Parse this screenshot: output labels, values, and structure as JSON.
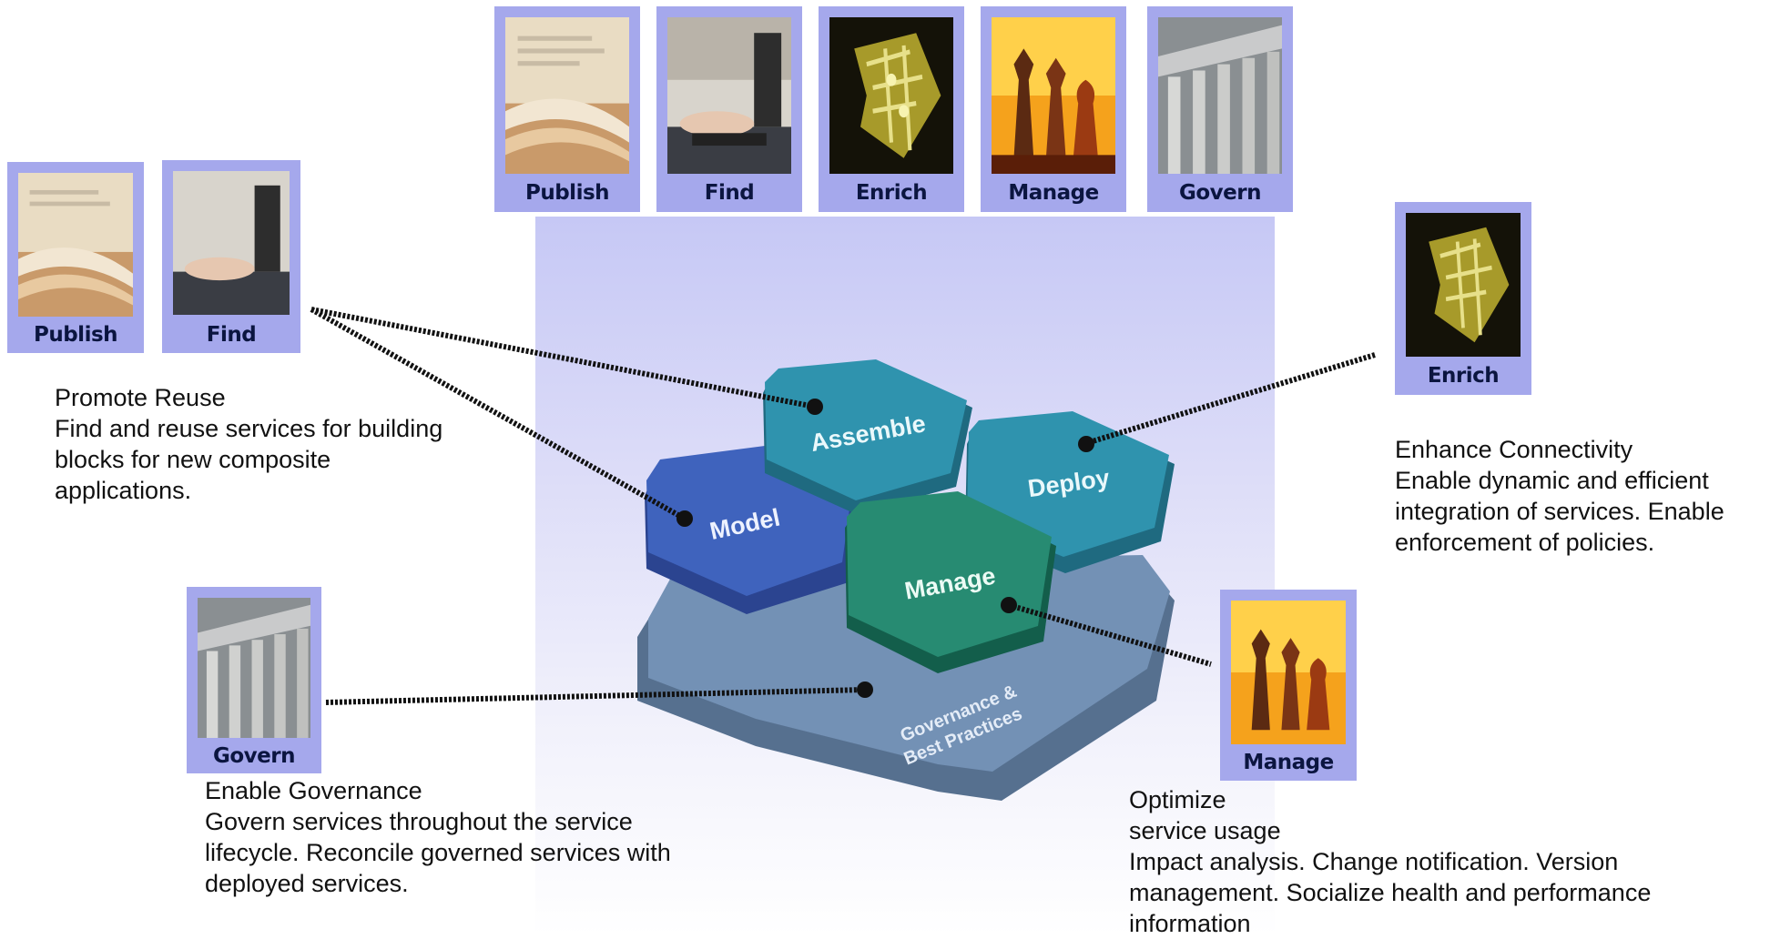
{
  "top_row": [
    {
      "id": "publish",
      "label": "Publish",
      "image": "newspaper"
    },
    {
      "id": "find",
      "label": "Find",
      "image": "laptop-typing"
    },
    {
      "id": "enrich",
      "label": "Enrich",
      "image": "circuit-puzzle"
    },
    {
      "id": "manage",
      "label": "Manage",
      "image": "chess-pieces"
    },
    {
      "id": "govern",
      "label": "Govern",
      "image": "classical-columns"
    }
  ],
  "side_tiles": {
    "publish": {
      "label": "Publish",
      "image": "newspaper"
    },
    "find": {
      "label": "Find",
      "image": "laptop-typing"
    },
    "enrich": {
      "label": "Enrich",
      "image": "circuit-puzzle"
    },
    "govern": {
      "label": "Govern",
      "image": "classical-columns"
    },
    "manage": {
      "label": "Manage",
      "image": "chess-pieces"
    }
  },
  "hexagons": {
    "assemble": "Assemble",
    "deploy": "Deploy",
    "model": "Model",
    "manage": "Manage",
    "governance_line1": "Governance &",
    "governance_line2": "Best Practices"
  },
  "texts": {
    "reuse": [
      "Promote Reuse",
      "Find and reuse services for building",
      "blocks for new composite",
      "applications."
    ],
    "connectivity": [
      "Enhance Connectivity",
      "Enable dynamic and efficient",
      "integration of  services. Enable",
      "enforcement of policies."
    ],
    "governance": [
      "Enable Governance",
      "Govern services throughout the service",
      "lifecycle. Reconcile governed services with",
      "deployed services."
    ],
    "optimize": [
      "Optimize",
      "service usage",
      "Impact analysis. Change notification. Version",
      "management. Socialize health and performance",
      "information"
    ]
  },
  "colors": {
    "tile_frame": "#a5a8ec",
    "hex_assemble": "#2a8aa4",
    "hex_deploy": "#2a8aa4",
    "hex_model": "#3b5cb5",
    "hex_manage": "#268670",
    "hex_governance": "#6f8fb3"
  }
}
